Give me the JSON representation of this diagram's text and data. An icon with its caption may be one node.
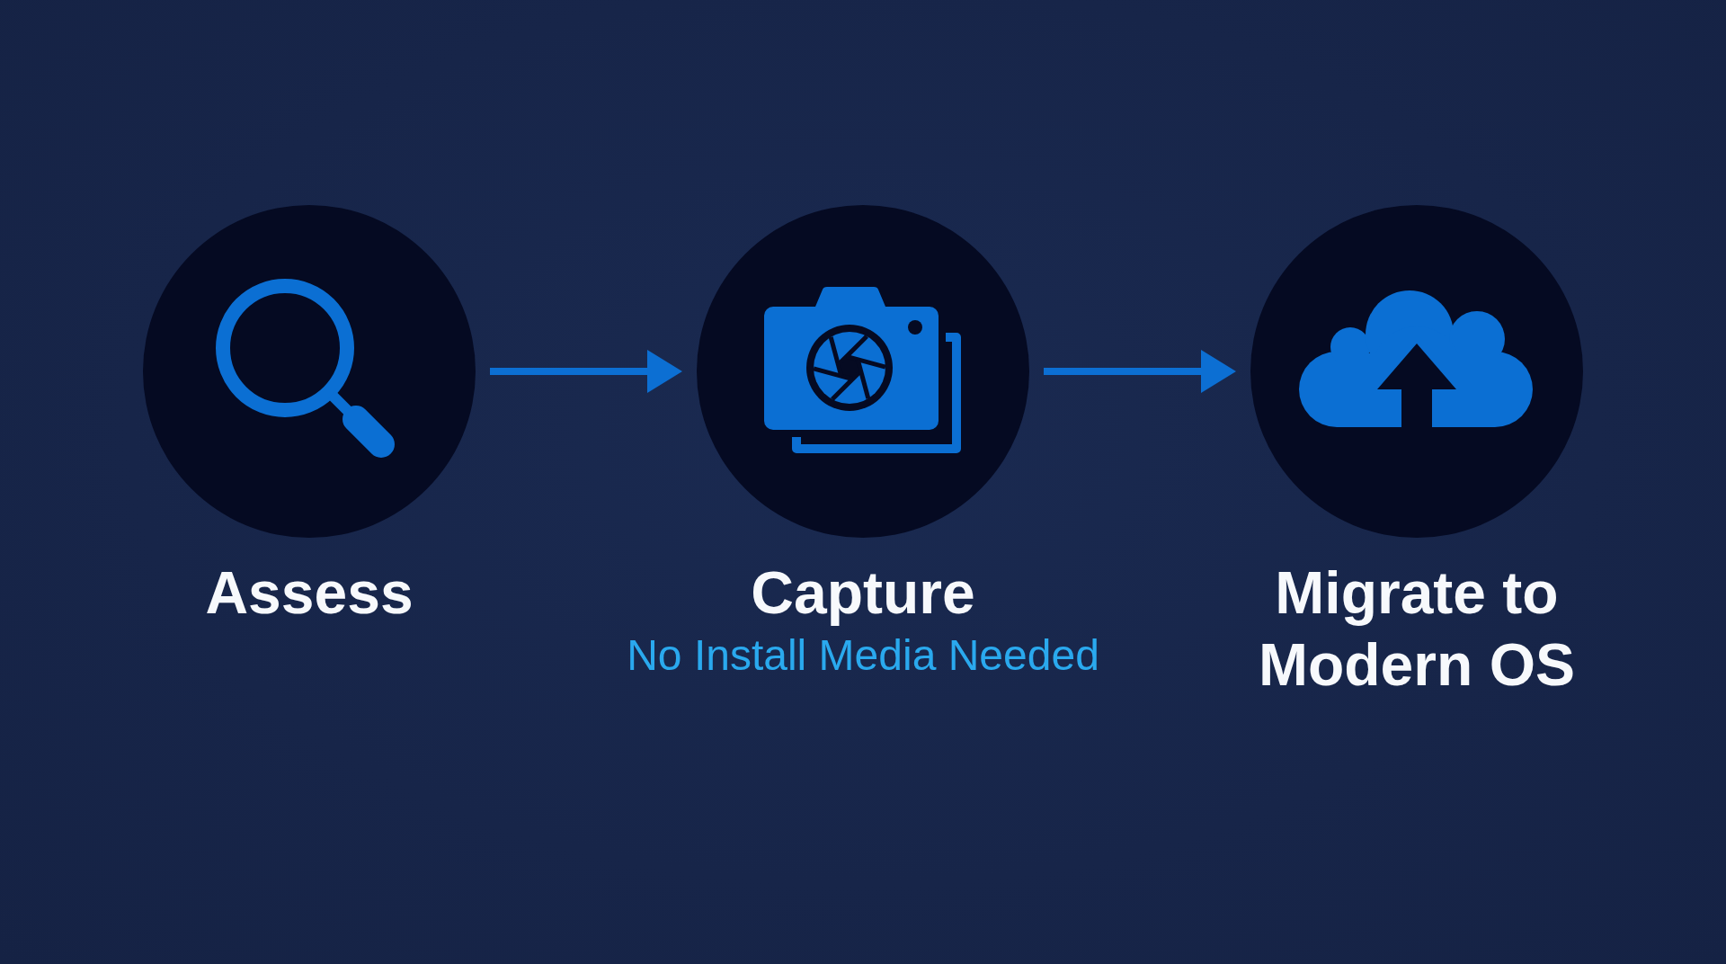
{
  "diagram": {
    "nodes": [
      {
        "text": [
          "Assess"
        ]
      },
      {
        "text": [
          "Capture",
          "No Install Media Needed"
        ]
      },
      {
        "text": [
          "Migrate to Modern OS"
        ]
      }
    ],
    "edges": [
      {
        "from": 0,
        "to": 1,
        "arrow": "to"
      },
      {
        "from": 1,
        "to": 2,
        "arrow": "to"
      }
    ]
  }
}
